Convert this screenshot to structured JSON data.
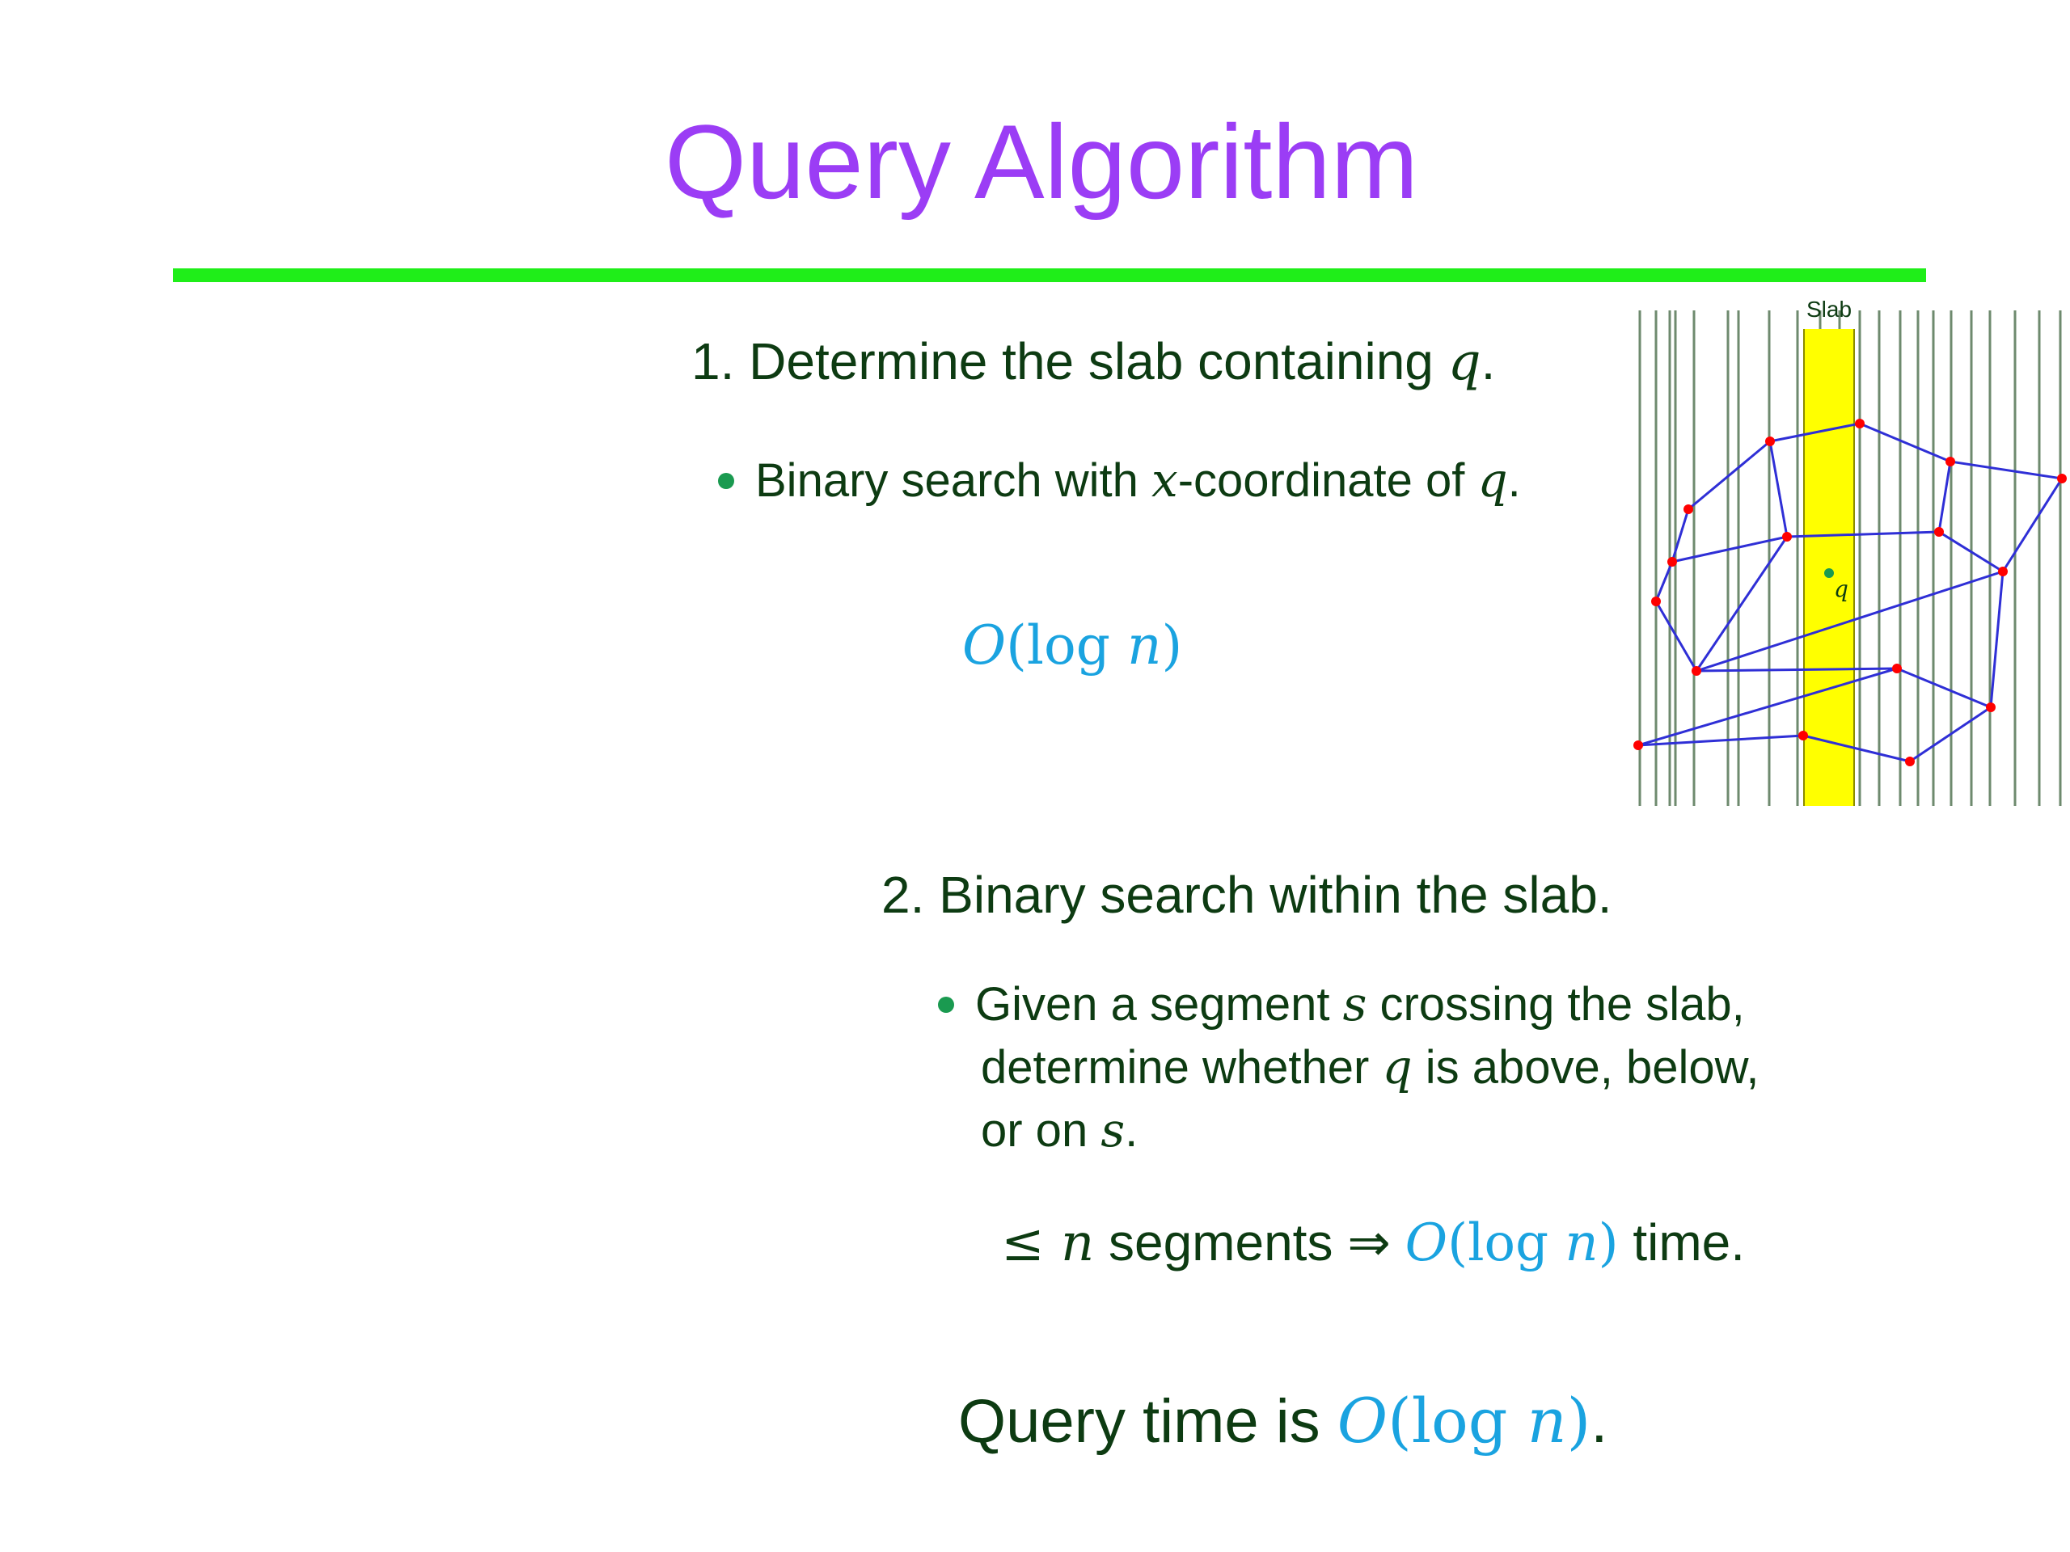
{
  "title": "Query Algorithm",
  "step1": {
    "heading_text": "1. Determine the slab containing ",
    "heading_var": "q",
    "heading_end": ".",
    "bullet_a": "Binary search with ",
    "bullet_var1": "x",
    "bullet_b": "-coordinate of ",
    "bullet_var2": "q",
    "bullet_end": ".",
    "cost_O": "O",
    "cost_rest": "(log ",
    "cost_n": "n",
    "cost_close": ")"
  },
  "step2": {
    "heading": "2. Binary search within the slab.",
    "line1_a": "Given a segment ",
    "line1_var": "s",
    "line1_b": " crossing the slab,",
    "line2_a": "determine whether ",
    "line2_var": "q",
    "line2_b": " is above, below,",
    "line3_a": "or on ",
    "line3_var": "s",
    "line3_end": ".",
    "cost_le": "≤ ",
    "cost_n": "n",
    "cost_mid": " segments ⇒ ",
    "cost_O": "O",
    "cost_rest": "(log ",
    "cost_n2": "n",
    "cost_close": ")",
    "cost_end": " time."
  },
  "conclusion": {
    "text": "Query time is ",
    "O": "O",
    "rest": "(log ",
    "n": "n",
    "close": ")",
    "end": "."
  },
  "diagram": {
    "slab_label": "Slab",
    "query_label": "q",
    "colors": {
      "slab": "#ffff00",
      "slab_edge": "#8a8a00",
      "lines": "#6e8a6e",
      "edges": "#2f2fd6",
      "vertices": "#ff0000",
      "query": "#1a9a50",
      "text": "#0d3b12",
      "math": "#1aa3e0",
      "title": "#9b3df5",
      "rule": "#1fee19"
    }
  }
}
